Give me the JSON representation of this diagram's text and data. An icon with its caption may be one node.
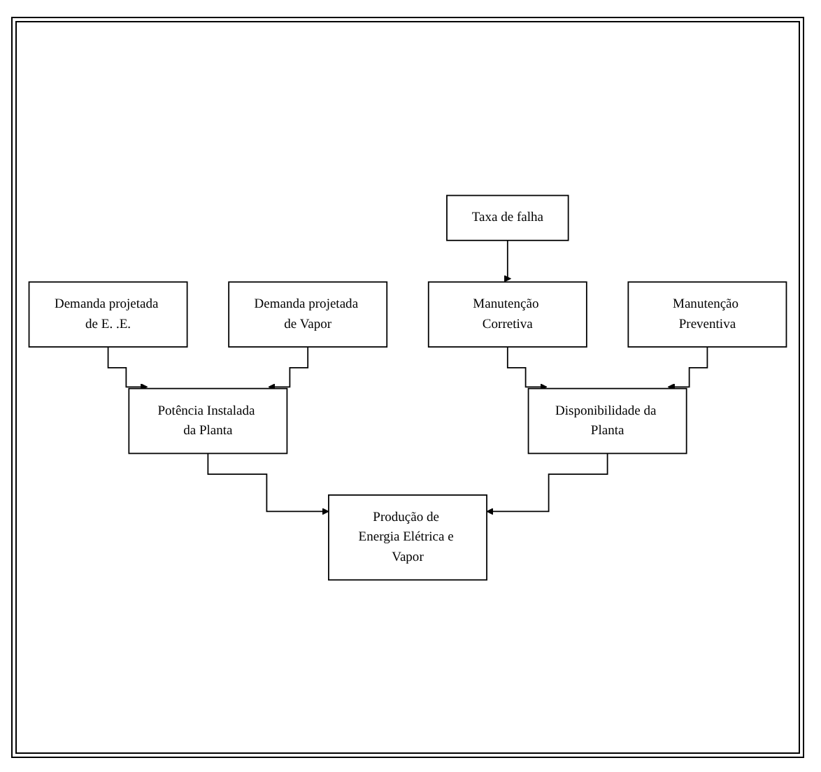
{
  "diagram": {
    "nodes": [
      {
        "text": [
          "Taxa de falha"
        ]
      },
      {
        "text": [
          "Manutenção Corretiva"
        ]
      },
      {
        "text": [
          "Demanda projetada de E. .E."
        ]
      },
      {
        "text": [
          "Manutenção Preventiva"
        ]
      },
      {
        "text": [
          "Demanda projetada de Vapor"
        ]
      },
      {
        "text": [
          "Potência Instalada da Planta"
        ]
      },
      {
        "text": [
          "Disponibilidade da Planta"
        ]
      },
      {
        "text": [
          "Produção de Energia Elétrica e Vapor"
        ]
      }
    ],
    "edges": [
      {
        "from": 0,
        "to": 1,
        "arrow": "to"
      },
      {
        "from": 1,
        "to": 6,
        "arrow": "to"
      },
      {
        "from": 3,
        "to": 6,
        "arrow": "to"
      },
      {
        "from": 2,
        "to": 5,
        "arrow": "to"
      },
      {
        "from": 4,
        "to": 5,
        "arrow": "to"
      },
      {
        "from": 5,
        "to": 7,
        "arrow": "to"
      },
      {
        "from": 6,
        "to": 7,
        "arrow": "to"
      }
    ]
  }
}
